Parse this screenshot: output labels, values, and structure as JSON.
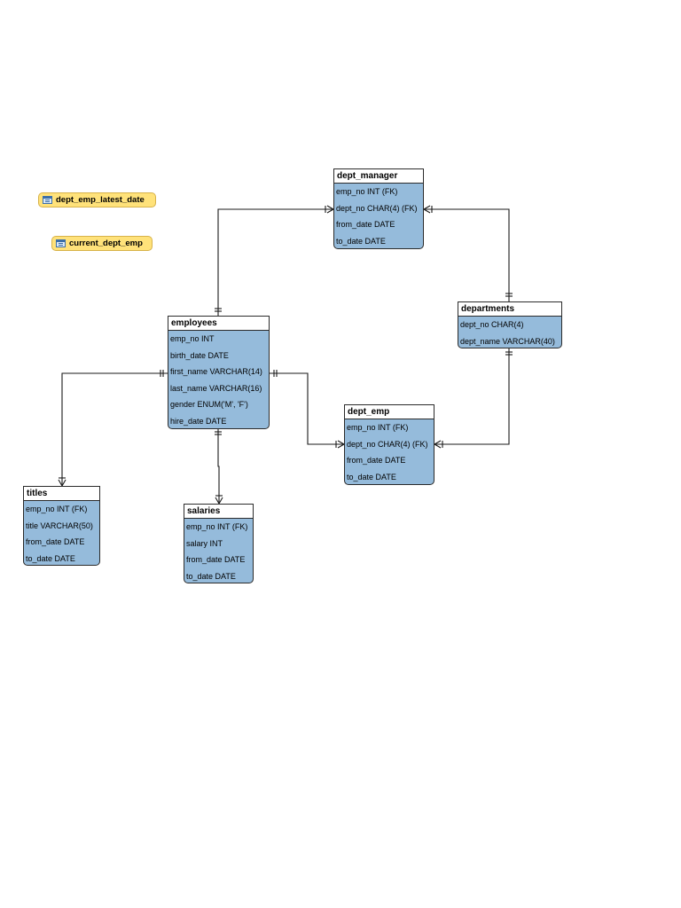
{
  "views": [
    {
      "id": "v1",
      "name": "dept_emp_latest_date"
    },
    {
      "id": "v2",
      "name": "current_dept_emp"
    }
  ],
  "entities": {
    "dept_manager": {
      "title": "dept_manager",
      "fields": [
        "emp_no INT (FK)",
        "dept_no CHAR(4) (FK)",
        "from_date DATE",
        "to_date DATE"
      ]
    },
    "departments": {
      "title": "departments",
      "fields": [
        "dept_no CHAR(4)",
        "dept_name VARCHAR(40)"
      ]
    },
    "employees": {
      "title": "employees",
      "fields": [
        "emp_no INT",
        "birth_date DATE",
        "first_name VARCHAR(14)",
        "last_name VARCHAR(16)",
        "gender ENUM('M', 'F')",
        "hire_date DATE"
      ]
    },
    "dept_emp": {
      "title": "dept_emp",
      "fields": [
        "emp_no INT (FK)",
        "dept_no CHAR(4) (FK)",
        "from_date DATE",
        "to_date DATE"
      ]
    },
    "titles": {
      "title": "titles",
      "fields": [
        "emp_no INT (FK)",
        "title VARCHAR(50)",
        "from_date DATE",
        "to_date DATE"
      ]
    },
    "salaries": {
      "title": "salaries",
      "fields": [
        "emp_no INT (FK)",
        "salary INT",
        "from_date DATE",
        "to_date DATE"
      ]
    }
  },
  "relationships": [
    {
      "from": "employees",
      "to": "dept_manager",
      "from_card": "one",
      "to_card": "many"
    },
    {
      "from": "departments",
      "to": "dept_manager",
      "from_card": "one",
      "to_card": "many"
    },
    {
      "from": "employees",
      "to": "dept_emp",
      "from_card": "one",
      "to_card": "many"
    },
    {
      "from": "departments",
      "to": "dept_emp",
      "from_card": "one",
      "to_card": "many"
    },
    {
      "from": "employees",
      "to": "titles",
      "from_card": "one",
      "to_card": "many"
    },
    {
      "from": "employees",
      "to": "salaries",
      "from_card": "one",
      "to_card": "many"
    }
  ]
}
